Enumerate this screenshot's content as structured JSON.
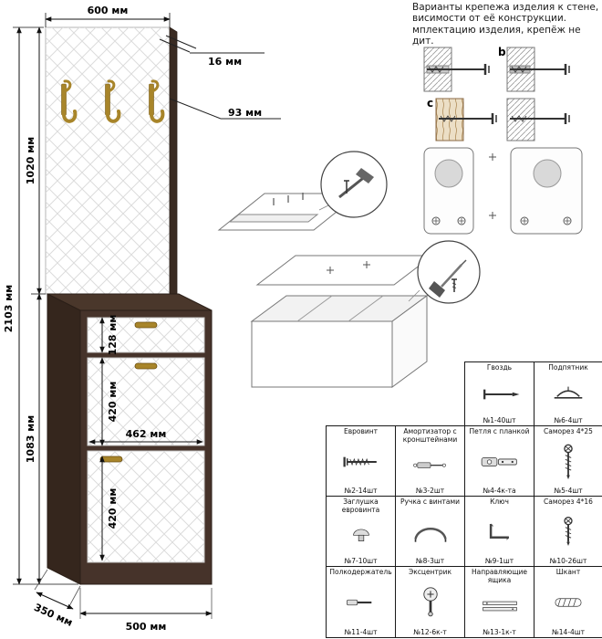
{
  "note": {
    "lines": [
      "Варианты крепежа изделия к стене,",
      "висимости от её конструкции.",
      "мплектацию изделия, крепёж  не",
      "дит."
    ]
  },
  "dims": {
    "top_width": "600 мм",
    "panel_thickness": "16 мм",
    "hook_offset": "93 мм",
    "panel_height": "1020 мм",
    "total_height": "2103 мм",
    "cabinet_height": "1083 мм",
    "drawer_height": "128 мм",
    "door_top_height": "420 мм",
    "inner_width": "462 мм",
    "door_bottom_height": "420 мм",
    "depth": "350 мм",
    "bottom_width": "500 мм"
  },
  "wall_variants": {
    "label_b": "b",
    "label_c": "c"
  },
  "parts": {
    "rows": [
      [
        {
          "name": "Гвоздь",
          "count": "№1-40шт",
          "icon": "nail"
        },
        {
          "name": "Подпятник",
          "count": "№6-4шт",
          "icon": "foot-glide"
        }
      ],
      [
        {
          "name": "Евровинт",
          "count": "№2-14шт",
          "icon": "confirmat-screw"
        },
        {
          "name": "Амортизатор с кронштейнами",
          "count": "№3-2шт",
          "icon": "damper"
        },
        {
          "name": "Петля с планкой",
          "count": "№4-4к-та",
          "icon": "hinge"
        },
        {
          "name": "Саморез 4*25",
          "count": "№5-4шт",
          "icon": "screw-4x25"
        }
      ],
      [
        {
          "name": "Заглушка евровинта",
          "count": "№7-10шт",
          "icon": "screw-cap"
        },
        {
          "name": "Ручка с винтами",
          "count": "№8-3шт",
          "icon": "handle"
        },
        {
          "name": "Ключ",
          "count": "№9-1шт",
          "icon": "hex-key"
        },
        {
          "name": "Саморез 4*16",
          "count": "№10-26шт",
          "icon": "screw-4x16"
        }
      ],
      [
        {
          "name": "Полкодержатель",
          "count": "№11-4шт",
          "icon": "shelf-support"
        },
        {
          "name": "Эксцентрик",
          "count": "№12-6к-т",
          "icon": "cam-lock"
        },
        {
          "name": "Направляющие ящика",
          "count": "№13-1к-т",
          "icon": "drawer-slides"
        },
        {
          "name": "Шкант",
          "count": "№14-4шт",
          "icon": "dowel"
        }
      ]
    ]
  }
}
